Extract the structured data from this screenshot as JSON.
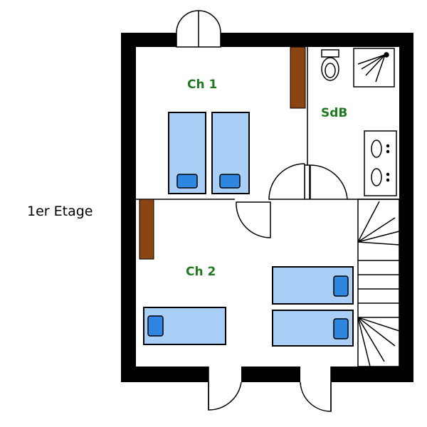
{
  "floor_label": "1er Etage",
  "rooms": {
    "ch1": "Ch 1",
    "ch2": "Ch 2",
    "sdb": "SdB"
  },
  "colors": {
    "wall": "#000000",
    "bed": "#a9cff7",
    "pillow": "#2f86e0",
    "wardrobe": "#8b4513",
    "room_label": "#1f7a1f"
  }
}
